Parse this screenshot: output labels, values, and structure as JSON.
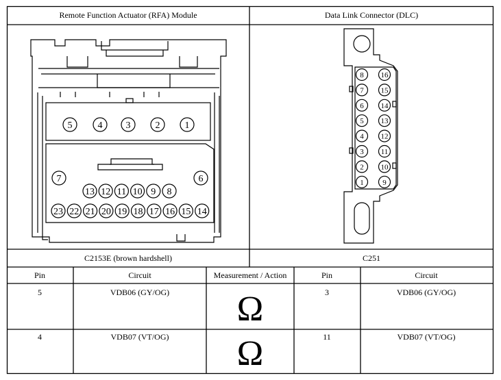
{
  "header": {
    "left_title": "Remote Function Actuator (RFA) Module",
    "right_title": "Data Link Connector (DLC)"
  },
  "connectors": {
    "left_label": "C2153E (brown hardshell)",
    "right_label": "C251"
  },
  "rfa_pins": {
    "top_row": [
      "5",
      "4",
      "3",
      "2",
      "1"
    ],
    "mid_left": "7",
    "mid_right": "6",
    "row3": [
      "13",
      "12",
      "11",
      "10",
      "9",
      "8"
    ],
    "row4": [
      "23",
      "22",
      "21",
      "20",
      "19",
      "18",
      "17",
      "16",
      "15",
      "14"
    ]
  },
  "dlc_pins": {
    "left_col": [
      "8",
      "7",
      "6",
      "5",
      "4",
      "3",
      "2",
      "1"
    ],
    "right_col": [
      "16",
      "15",
      "14",
      "13",
      "12",
      "11",
      "10",
      "9"
    ]
  },
  "table": {
    "headers": [
      "Pin",
      "Circuit",
      "Measurement / Action",
      "Pin",
      "Circuit"
    ],
    "rows": [
      {
        "pin_a": "5",
        "circuit_a": "VDB06 (GY/OG)",
        "action": "Ω",
        "pin_b": "3",
        "circuit_b": "VDB06 (GY/OG)"
      },
      {
        "pin_a": "4",
        "circuit_a": "VDB07 (VT/OG)",
        "action": "Ω",
        "pin_b": "11",
        "circuit_b": "VDB07 (VT/OG)"
      }
    ]
  }
}
